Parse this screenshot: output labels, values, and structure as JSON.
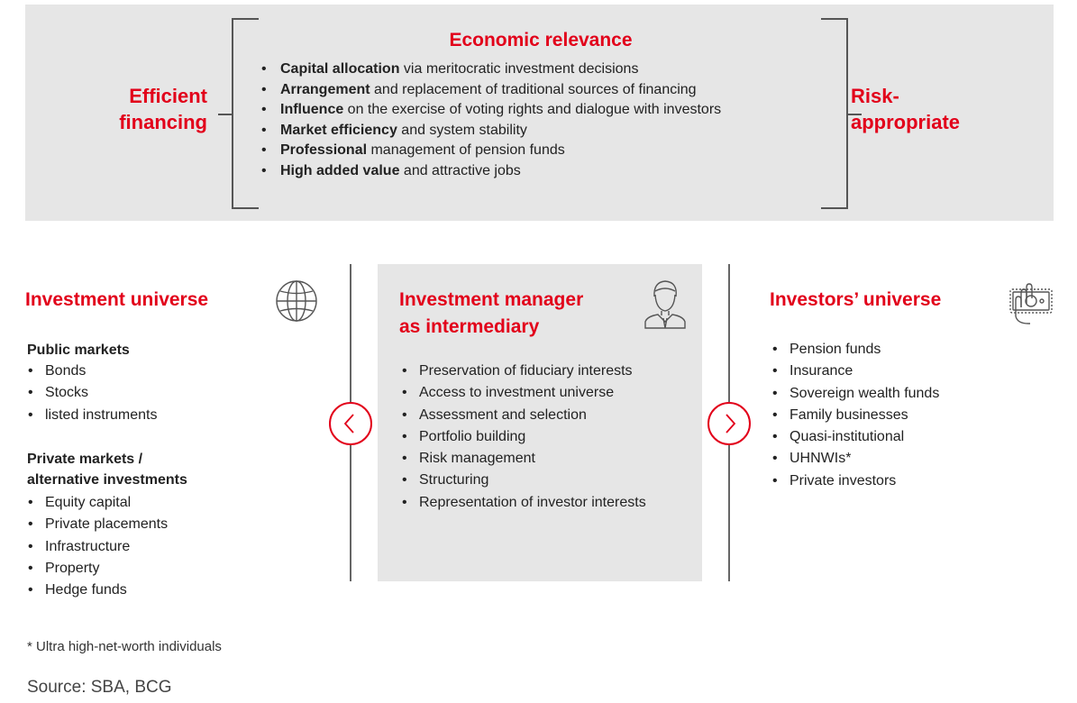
{
  "top": {
    "left_label": [
      "Efficient",
      "financing"
    ],
    "right_label": [
      "Risk-",
      "appropriate"
    ],
    "title": "Economic relevance",
    "items": [
      {
        "bold": "Capital allocation",
        "rest": " via meritocratic investment decisions"
      },
      {
        "bold": "Arrangement",
        "rest": " and replacement of traditional sources of financing"
      },
      {
        "bold": "Influence",
        "rest": " on the exercise of voting rights and dialogue with investors"
      },
      {
        "bold": "Market efficiency",
        "rest": " and system stability"
      },
      {
        "bold": "Professional",
        "rest": " management of pension funds"
      },
      {
        "bold": "High added value",
        "rest": " and attractive jobs"
      }
    ]
  },
  "investment_universe": {
    "title": "Investment universe",
    "icon": "globe-icon",
    "public_heading": "Public markets",
    "public_items": [
      "Bonds",
      "Stocks",
      "listed instruments"
    ],
    "private_heading": [
      "Private markets /",
      "alternative investments"
    ],
    "private_items": [
      "Equity capital",
      "Private placements",
      "Infrastructure",
      "Property",
      "Hedge funds"
    ]
  },
  "manager": {
    "title": [
      "Investment manager",
      "as intermediary"
    ],
    "icon": "businessman-icon",
    "items": [
      "Preservation of fiduciary interests",
      "Access to investment universe",
      "Assessment and selection",
      "Portfolio building",
      "Risk management",
      "Structuring",
      "Representation of investor interests"
    ]
  },
  "investors": {
    "title": "Investors’ universe",
    "icon": "hand-money-icon",
    "items": [
      "Pension funds",
      "Insurance",
      "Sovereign wealth funds",
      "Family businesses",
      "Quasi-institutional",
      "UHNWIs*",
      "Private investors"
    ]
  },
  "arrows": {
    "left": "chevron-left-icon",
    "right": "chevron-right-icon"
  },
  "footnote": "*  Ultra high-net-worth individuals",
  "source": "Source: SBA, BCG",
  "colors": {
    "accent": "#e2001a",
    "panel": "#e6e6e6"
  }
}
